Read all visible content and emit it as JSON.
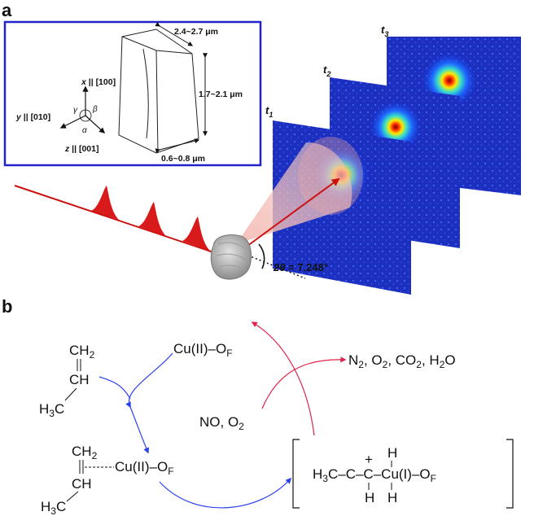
{
  "panel_a": {
    "label": "a",
    "inset": {
      "axes": {
        "x": {
          "name": "x",
          "dir": "[100]"
        },
        "y": {
          "name": "y",
          "dir": "[010]"
        },
        "z": {
          "name": "z",
          "dir": "[001]"
        },
        "angles": {
          "alpha": "α",
          "beta": "β",
          "gamma": "γ"
        }
      },
      "dimensions": {
        "width": "2.4~2.7 μm",
        "height": "1.7~2.1 μm",
        "depth": "0.6~0.8 μm"
      }
    },
    "frames": [
      {
        "label": "t",
        "sub": "1"
      },
      {
        "label": "t",
        "sub": "2"
      },
      {
        "label": "t",
        "sub": "3"
      }
    ],
    "angle_label": {
      "theta": "2θ",
      "value": " = 7.248°"
    }
  },
  "panel_b": {
    "label": "b",
    "propene": {
      "ch2": "CH",
      "ch2_sub": "2",
      "ch": "CH",
      "h3c": "H",
      "h3c_sub": "3",
      "h3c_c": "C"
    },
    "cu_of": {
      "cu": "Cu(II)–O",
      "sub": "F"
    },
    "complex": {
      "ch2": "CH",
      "ch2_sub": "2",
      "cu": "Cu(II)–O",
      "cu_sub": "F",
      "ch": "CH",
      "h3c": "H",
      "h3c_sub": "3",
      "h3c_c": "C"
    },
    "products": {
      "n2": "N",
      "n2_sub": "2",
      "o2": ", O",
      "o2_sub": "2",
      "co2": ", CO",
      "co2_sub": "2",
      "h2o": ", H",
      "h2o_sub": "2",
      "h2o_o": "O"
    },
    "reagents": {
      "no": "NO, O",
      "sub": "2"
    },
    "intermediate": {
      "h3c": "H",
      "h3c_sub": "3",
      "chain": "C–C–C–Cu(I)–O",
      "sub": "F",
      "plus": "+",
      "h_top": "H",
      "h_bot1": "H",
      "h_bot2": "H"
    }
  }
}
